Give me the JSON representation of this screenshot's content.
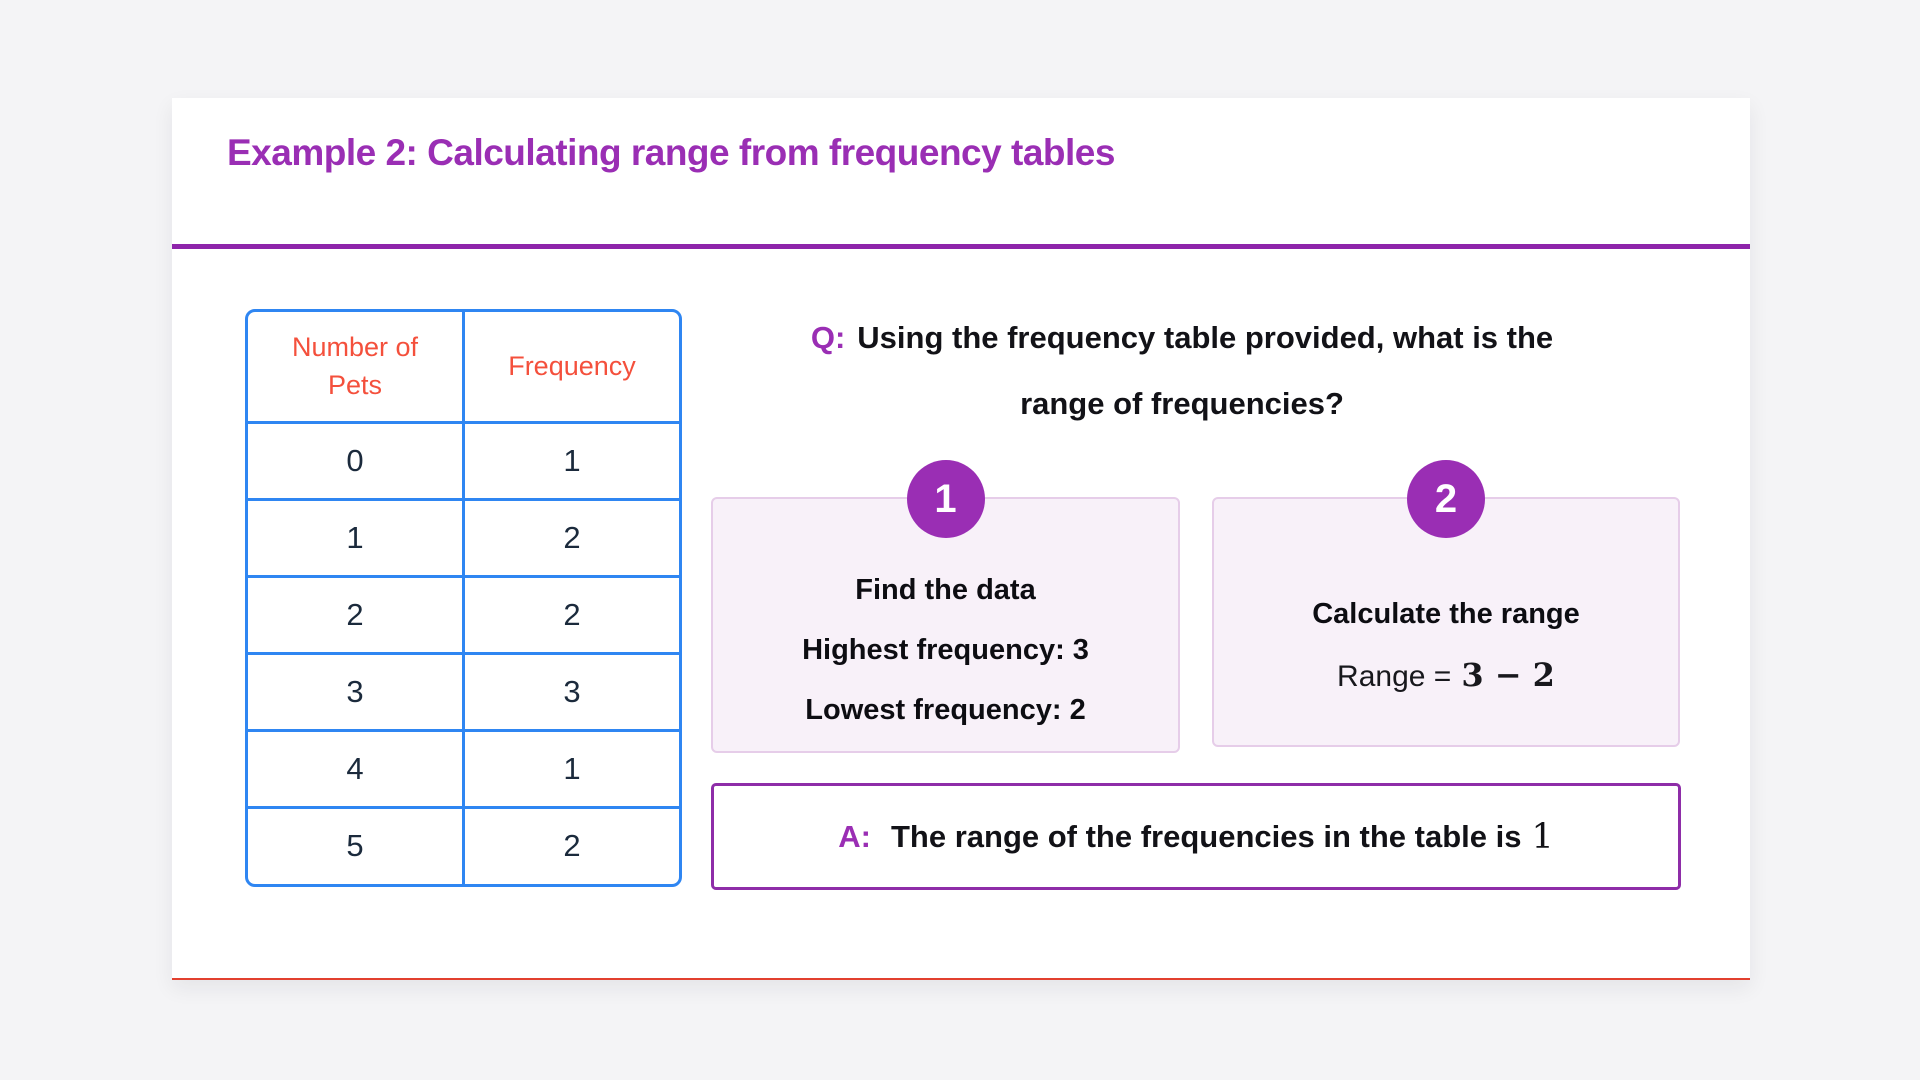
{
  "colors": {
    "page-bg": "#f4f4f6",
    "card-bg": "#ffffff",
    "card-bottom-line": "#e2402f",
    "purple": "#9a2eb4",
    "purple-deep": "#8e24aa",
    "table-blue": "#2f86f2",
    "header-red": "#f4503c",
    "cell-navy": "#1b2a3c",
    "ink": "#121217",
    "step-box-bg": "#f8f1f9",
    "step-box-border": "#e6cde9",
    "answer-border": "#8e2da8"
  },
  "header": {
    "title": "Example 2: Calculating range from frequency tables"
  },
  "table": {
    "headers": [
      "Number of Pets",
      "Frequency"
    ],
    "rows": [
      [
        "0",
        "1"
      ],
      [
        "1",
        "2"
      ],
      [
        "2",
        "2"
      ],
      [
        "3",
        "3"
      ],
      [
        "4",
        "1"
      ],
      [
        "5",
        "2"
      ]
    ]
  },
  "question": {
    "label": "Q:",
    "line1": "Using the frequency table provided, what is the",
    "line2": "range of frequencies?"
  },
  "steps": [
    {
      "number": "1",
      "line1": "Find the data",
      "line2": "Highest frequency: 3",
      "line3": "Lowest frequency: 2"
    },
    {
      "number": "2",
      "title": "Calculate the range",
      "formula_label": "Range =",
      "formula_math": "3 − 2"
    }
  ],
  "answer": {
    "label": "A:",
    "text": "The range of the frequencies in the table is",
    "math": "1"
  }
}
